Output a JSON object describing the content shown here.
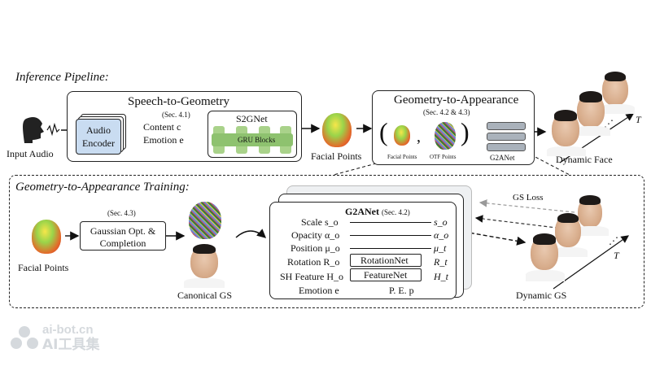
{
  "inference": {
    "title": "Inference Pipeline:",
    "input_audio": "Input Audio",
    "audio_encoder": "Audio\nEncoder",
    "s2g_title": "Speech-to-Geometry",
    "s2g_sec": "(Sec. 4.1)",
    "content": "Content c",
    "emotion": "Emotion e",
    "s2gnet": "S2GNet",
    "gru": "GRU Blocks",
    "facial_points": "Facial Points",
    "g2a_title": "Geometry-to-Appearance",
    "g2a_sec": "(Sec. 4.2 & 4.3)",
    "fp_small": "Facial Points",
    "otf_small": "OTF Points",
    "g2anet": "G2ANet",
    "dynamic_face": "Dynamic Face",
    "t_axis": "T"
  },
  "training": {
    "title": "Geometry-to-Appearance Training:",
    "facial_points": "Facial Points",
    "sec": "(Sec. 4.3)",
    "gs_opt": "Gaussian Opt. &\nCompletion",
    "canonical": "Canonical GS",
    "g2anet_title": "G2ANet",
    "g2anet_sec": "(Sec. 4.2)",
    "rows": [
      {
        "left": "Scale s_o",
        "right": "s_o"
      },
      {
        "left": "Opacity α_o",
        "right": "α_o"
      },
      {
        "left": "Position μ_o",
        "right": "μ_t"
      },
      {
        "left": "Rotation R_o",
        "right": "R_t",
        "net": "RotationNet"
      },
      {
        "left": "SH Feature H_o",
        "right": "H_t",
        "net": "FeatureNet"
      },
      {
        "left": "Emotion e",
        "right": "P. E. p"
      }
    ],
    "gs_loss": "GS Loss",
    "dynamic_gs": "Dynamic GS",
    "t_axis": "T"
  },
  "watermark": {
    "line1": "ai-bot.cn",
    "line2": "AI工具集"
  }
}
